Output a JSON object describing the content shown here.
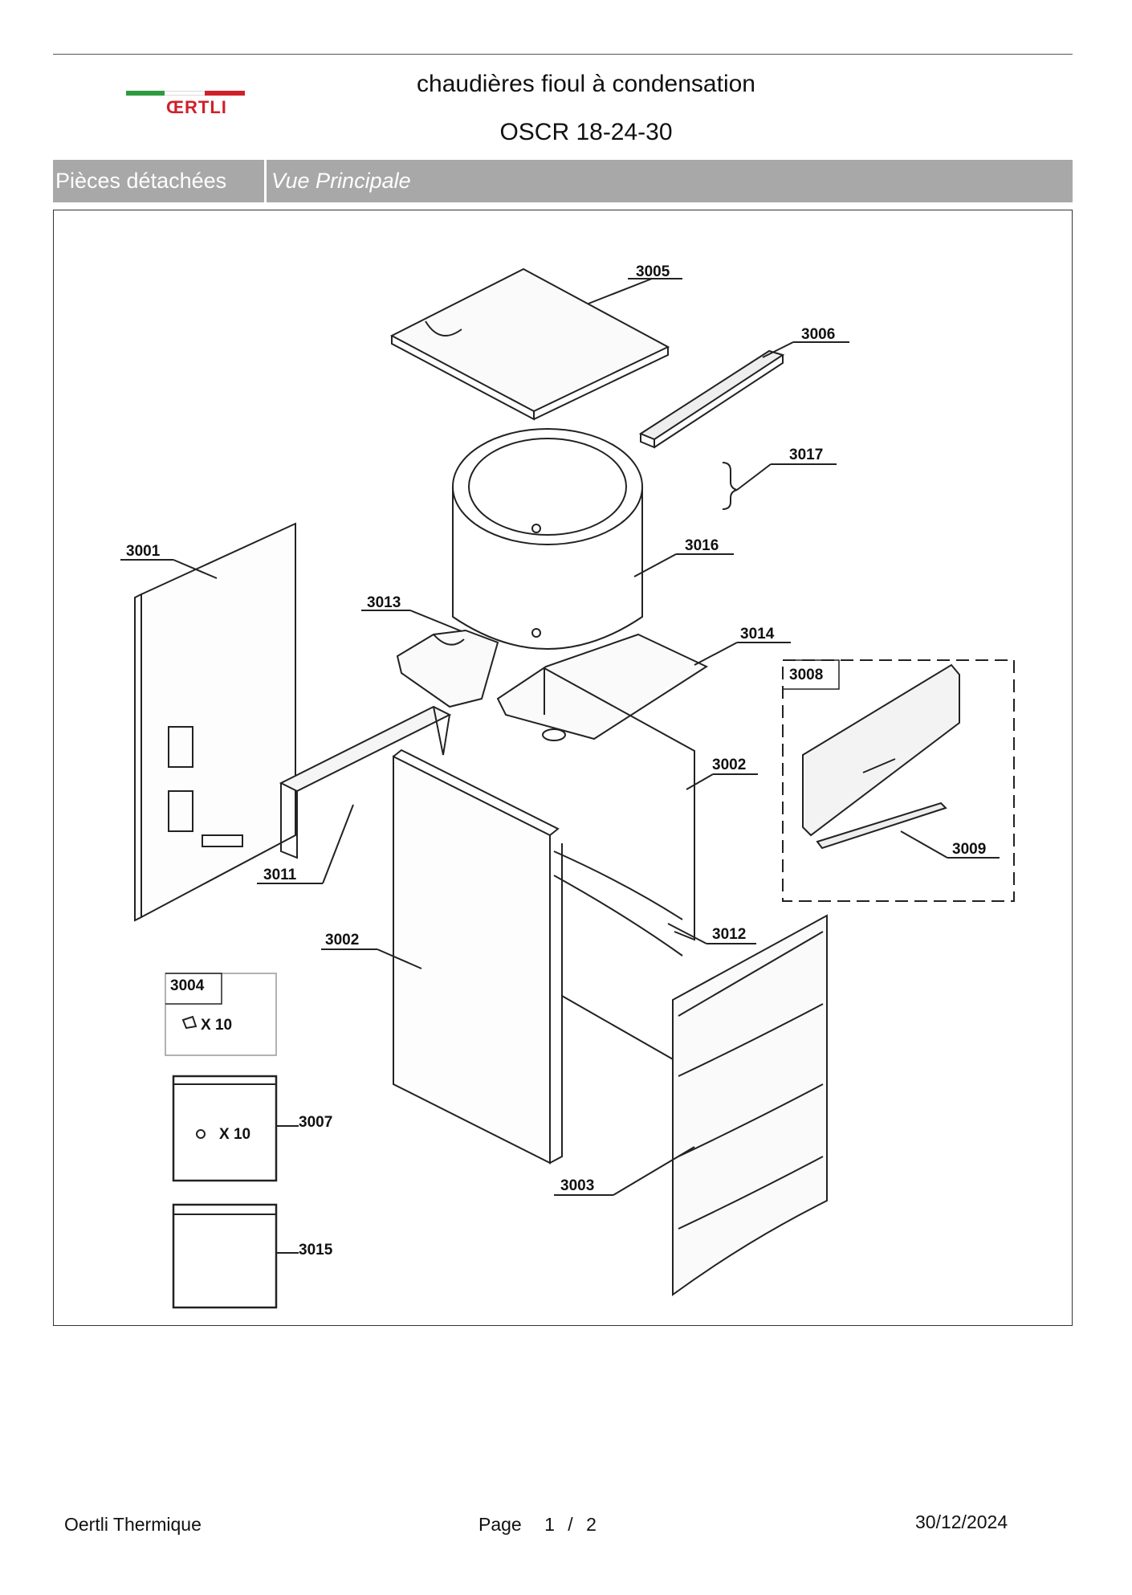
{
  "header": {
    "brand": "ŒRTLI",
    "title": "chaudières fioul à condensation",
    "model": "OSCR 18-24-30"
  },
  "banner": {
    "section": "Pièces détachées",
    "view": "Vue Principale"
  },
  "colors": {
    "logo_green": "#2e9a3e",
    "logo_red": "#d0202a",
    "banner_gray": "#a8a8a8"
  },
  "parts": {
    "p3001": "3001",
    "p3002a": "3002",
    "p3002b": "3002",
    "p3003": "3003",
    "p3004": "3004",
    "p3004_qty": "X 10",
    "p3005": "3005",
    "p3006": "3006",
    "p3007": "3007",
    "p3007_qty": "X 10",
    "p3008": "3008",
    "p3009": "3009",
    "p3011": "3011",
    "p3012": "3012",
    "p3013": "3013",
    "p3014": "3014",
    "p3015": "3015",
    "p3016": "3016",
    "p3017": "3017"
  },
  "footer": {
    "company": "Oertli Thermique",
    "page_label": "Page",
    "page_current": "1",
    "page_sep": "/",
    "page_total": "2",
    "date": "30/12/2024"
  }
}
